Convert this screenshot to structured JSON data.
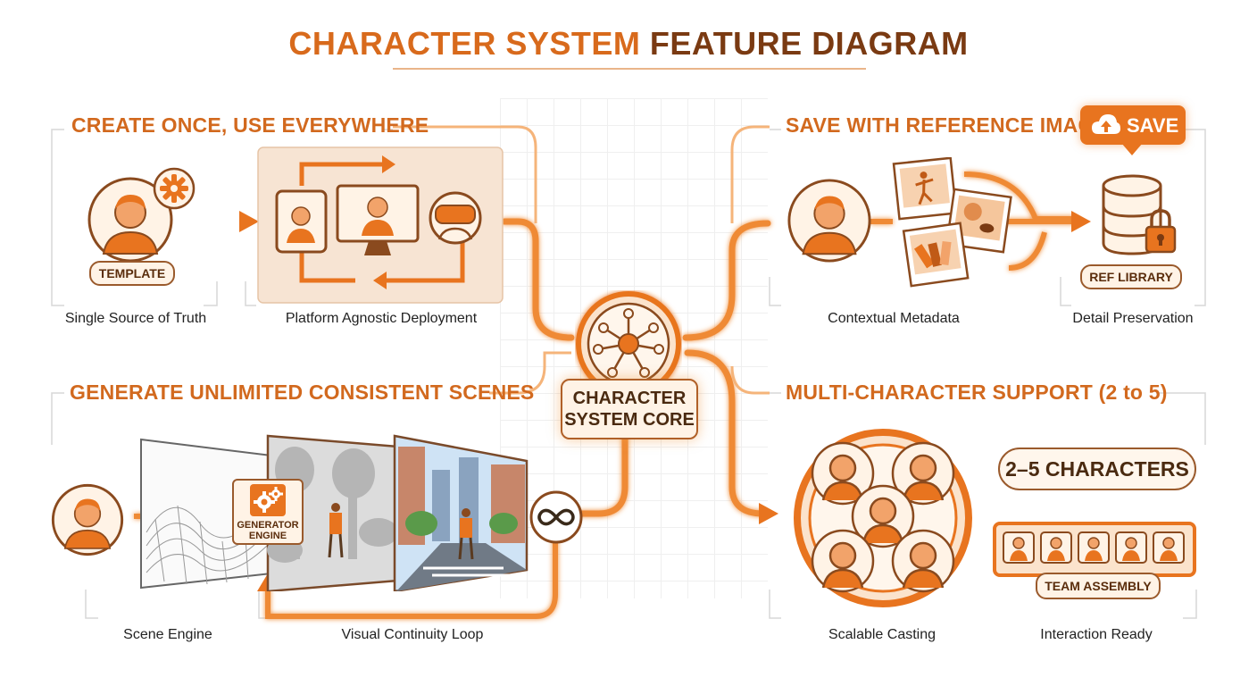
{
  "title": {
    "part1": "CHARACTER SYSTEM",
    "part2": "FEATURE DIAGRAM"
  },
  "colors": {
    "accent": "#e8741f",
    "dark_brown": "#7a3a12",
    "light_fill": "#fff3e6"
  },
  "core": {
    "line1": "CHARACTER",
    "line2": "SYSTEM CORE",
    "icon": "network-hub-icon"
  },
  "sections": {
    "create_once": {
      "title": "CREATE ONCE, USE EVERYWHERE",
      "template_label": "TEMPLATE",
      "captions": [
        "Single Source of Truth",
        "Platform Agnostic Deployment"
      ],
      "icons": [
        "user-avatar-icon",
        "gear-icon",
        "tablet-icon",
        "monitor-icon",
        "vr-headset-icon"
      ]
    },
    "save_reference": {
      "title": "SAVE WITH REFERENCE IMAGES",
      "save_button": "SAVE",
      "ref_library_label": "REF LIBRARY",
      "captions": [
        "Contextual Metadata",
        "Detail Preservation"
      ],
      "icons": [
        "user-avatar-icon",
        "photo-pose-icon",
        "photo-texture-icon",
        "photo-swatch-icon",
        "database-icon",
        "lock-icon",
        "cloud-upload-icon"
      ]
    },
    "generate_scenes": {
      "title": "GENERATE UNLIMITED CONSISTENT SCENES",
      "generator_label": [
        "GENERATOR",
        "ENGINE"
      ],
      "captions": [
        "Scene Engine",
        "Visual Continuity Loop"
      ],
      "icons": [
        "user-avatar-icon",
        "wireframe-terrain-icon",
        "forest-scene-icon",
        "city-street-icon",
        "infinity-icon",
        "gears-icon"
      ]
    },
    "multi_character": {
      "title": "MULTI-CHARACTER SUPPORT (2 to 5)",
      "count_label": "2–5 CHARACTERS",
      "team_label": "TEAM ASSEMBLY",
      "captions": [
        "Scalable Casting",
        "Interaction Ready"
      ],
      "icons": [
        "character-group-icon",
        "team-slots-icon"
      ]
    }
  }
}
